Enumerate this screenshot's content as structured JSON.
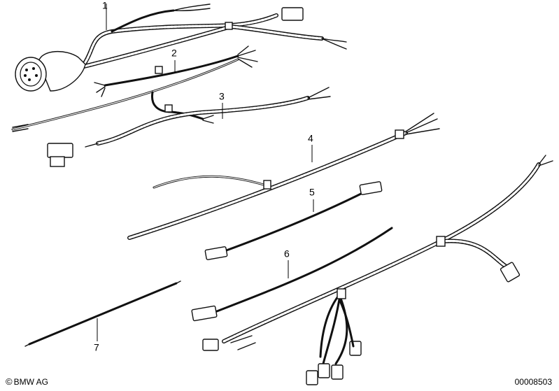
{
  "parts": [
    {
      "label": "1"
    },
    {
      "label": "2"
    },
    {
      "label": "3"
    },
    {
      "label": "4"
    },
    {
      "label": "5"
    },
    {
      "label": "6"
    },
    {
      "label": "7"
    }
  ],
  "footer": {
    "copyright_symbol": "©",
    "copyright_text": "BMW AG",
    "document_number": "00008503"
  }
}
